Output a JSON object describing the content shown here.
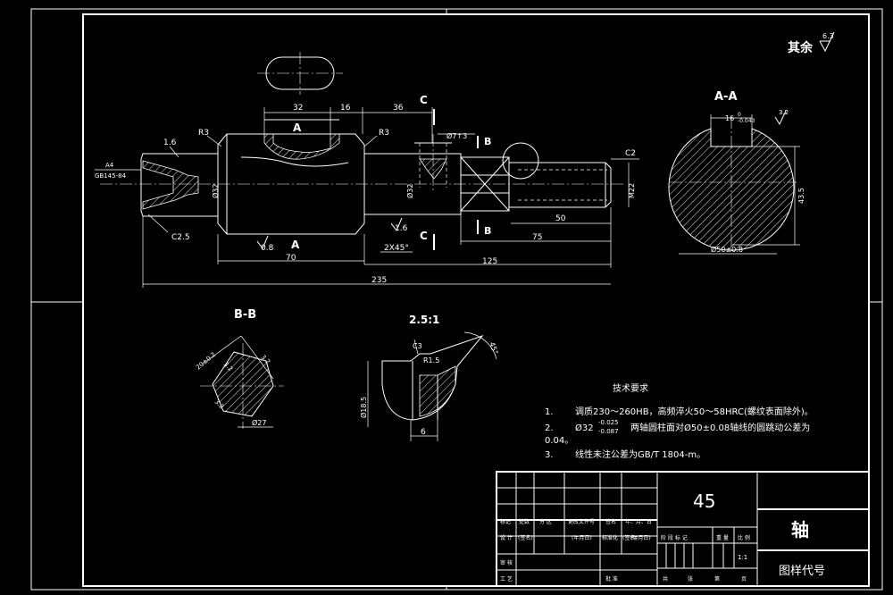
{
  "finish_note": {
    "text": "其余",
    "roughness": "6.3"
  },
  "main_view": {
    "section_a_label": "A",
    "section_c_label": "C",
    "section_b_label": "B",
    "dims": {
      "d32": "32",
      "d16": "16",
      "d36": "36",
      "r3_left": "R3",
      "r3_right": "R3",
      "d16_left": "1.6",
      "phi7": "Ø7↑3",
      "c2_right": "C2",
      "a4": "A4",
      "gb": "GB145-84",
      "phi32_left": "Ø32",
      "phi32_right": "Ø32",
      "m22": "M22",
      "d50": "50",
      "d75": "75",
      "c25": "C2.5",
      "r08": "0.8",
      "d16_mid": "1.6",
      "chamfer": "2X45°",
      "d70": "70",
      "d125": "125",
      "d235": "235"
    }
  },
  "section_aa": {
    "title": "A-A",
    "d16": "16",
    "tol_upper": "0",
    "tol_lower": "-0.043",
    "rough": "3.2",
    "d43": "43.5",
    "phi50": "Ø50±0.8"
  },
  "section_bb": {
    "title": "B-B",
    "d20": "20±0.2",
    "d32": "3.2",
    "d32b": "3.2",
    "d3": "3.2",
    "phi27": "Ø27"
  },
  "detail": {
    "title": "2.5:1",
    "c3": "C3",
    "r15": "R1.5",
    "angle": "45°",
    "phi185": "Ø18.5",
    "d6": "6"
  },
  "tech_req": {
    "title": "技术要求",
    "items": [
      {
        "num": "1.",
        "text": "调质230～260HB，高频淬火50～58HRC(螺纹表面除外)。"
      },
      {
        "num": "2.",
        "text_a": "Ø32",
        "tol_upper": "-0.025",
        "tol_lower": "-0.087",
        "text_b": "两轴圆柱面对Ø50±0.08轴线的圆跳动公差为"
      },
      {
        "num": "",
        "text": "0.04。"
      },
      {
        "num": "3.",
        "text": "线性未注公差为GB/T  1804-m。"
      }
    ]
  },
  "title_block": {
    "material": "45",
    "part_name": "轴",
    "drawing_no": "图样代号",
    "scale": "1:1",
    "row_labels": [
      "标记",
      "处数",
      "分 区",
      "更改文件号",
      "签名",
      "年、月、日"
    ],
    "design_row": [
      "设 计",
      "(签名)",
      "(年月日)",
      "标准化",
      "(签名)",
      "(年月日)"
    ],
    "stage_labels": [
      "阶 段 标 记",
      "重 量",
      "比 例"
    ],
    "review": "审 核",
    "process": "工 艺",
    "approve": "批 准",
    "sheets": [
      "共",
      "张",
      "第",
      "页"
    ]
  }
}
